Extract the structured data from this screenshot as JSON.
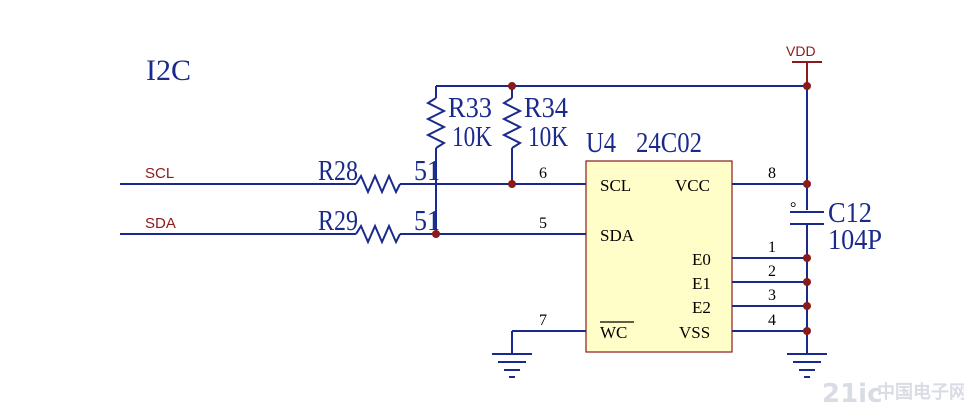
{
  "title": "I2C",
  "power": {
    "label": "VDD"
  },
  "nets": {
    "scl": "SCL",
    "sda": "SDA"
  },
  "resistors": {
    "r28": {
      "ref": "R28",
      "value": "51"
    },
    "r29": {
      "ref": "R29",
      "value": "51"
    },
    "r33": {
      "ref": "R33",
      "value": "10K"
    },
    "r34": {
      "ref": "R34",
      "value": "10K"
    }
  },
  "capacitor": {
    "ref": "C12",
    "value": "104P",
    "polarity_mark": "°"
  },
  "chip": {
    "ref": "U4",
    "part": "24C02",
    "pins": {
      "scl": {
        "name": "SCL",
        "num": "6"
      },
      "sda": {
        "name": "SDA",
        "num": "5"
      },
      "wc": {
        "name": "WC",
        "num": "7"
      },
      "vcc": {
        "name": "VCC",
        "num": "8"
      },
      "e0": {
        "name": "E0",
        "num": "1"
      },
      "e1": {
        "name": "E1",
        "num": "2"
      },
      "e2": {
        "name": "E2",
        "num": "3"
      },
      "vss": {
        "name": "VSS",
        "num": "4"
      }
    }
  },
  "watermark": {
    "logo": "21ic",
    "text": "中国电子网"
  },
  "colors": {
    "wire": "#1a2a8c",
    "net": "#8b1a1a",
    "chip_fill": "#fffdc8"
  }
}
